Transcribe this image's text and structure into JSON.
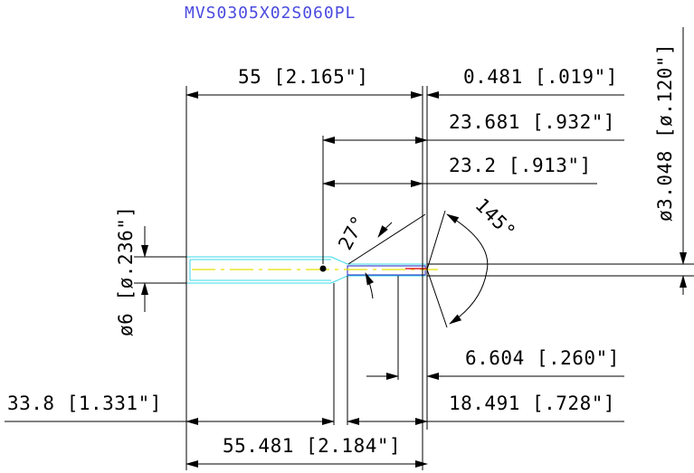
{
  "title": "MVS0305X02S060PL",
  "dimensions": {
    "overall_length_neck": "55 [2.165\"]",
    "tip_offset": "0.481 [.019\"]",
    "neck_length_total": "23.681 [.932\"]",
    "neck_length": "23.2 [.913\"]",
    "tip_diameter": "ø3.048 [ø.120\"]",
    "shank_diameter": "ø6 [ø.236\"]",
    "taper_angle": "27°",
    "point_angle": "145°",
    "relief_length": "6.604 [.260\"]",
    "flute_length": "18.491 [.728\"]",
    "shank_length": "33.8 [1.331\"]",
    "overall_length": "55.481 [2.184\"]"
  },
  "colors": {
    "dimension_lines": "#000000",
    "title_text": "#4a4ae0",
    "tool_outline": "#38d8e8",
    "center_line": "#e8e000",
    "flute_outline": "#2020c0",
    "tip_highlight": "#e02020"
  }
}
